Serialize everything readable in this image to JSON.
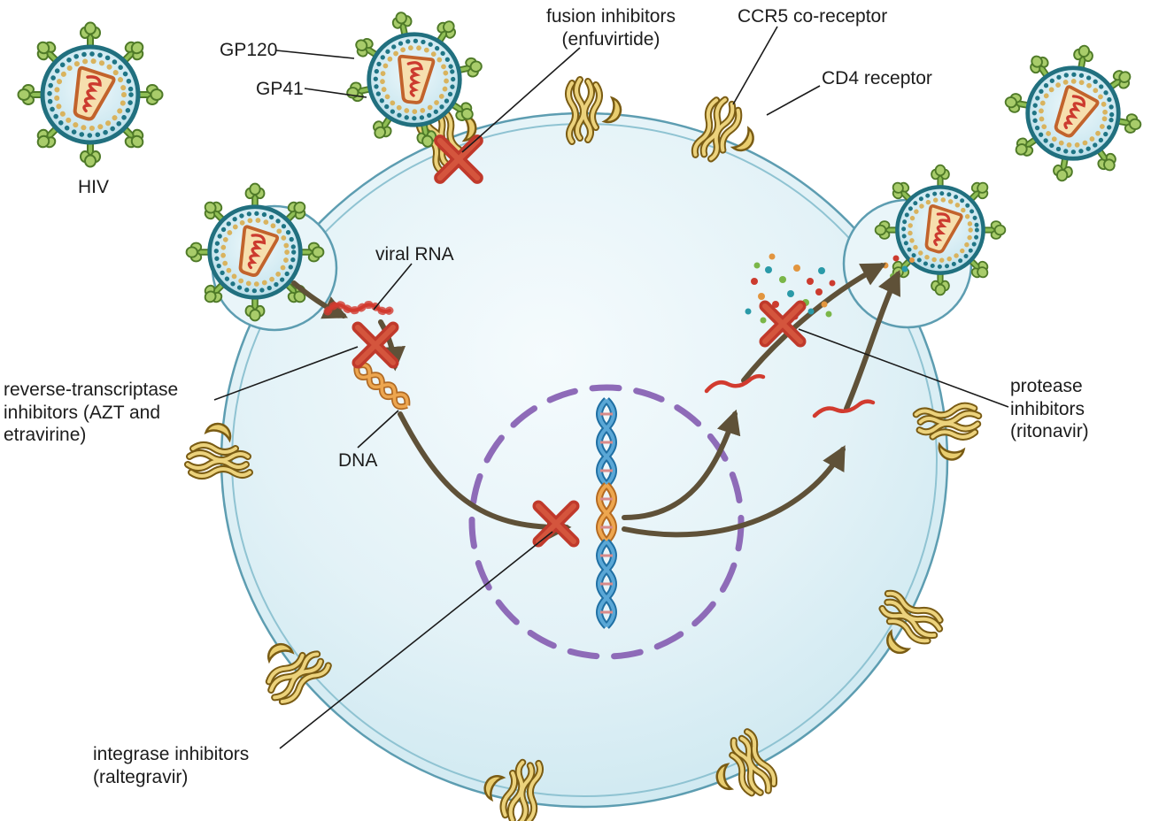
{
  "diagram": {
    "labels": {
      "hiv": "HIV",
      "gp120": "GP120",
      "gp41": "GP41",
      "fusion_inhibitors": "fusion inhibitors (enfuvirtide)",
      "ccr5_coreceptor": "CCR5 co-receptor",
      "cd4_receptor": "CD4 receptor",
      "viral_rna": "viral RNA",
      "reverse_transcriptase_inhibitors": "reverse-transcriptase inhibitors (AZT and etravirine)",
      "dna": "DNA",
      "integrase_inhibitors": "integrase inhibitors (raltegravir)",
      "protease_inhibitors": "protease inhibitors (ritonavir)"
    },
    "colors": {
      "cell_fill": "#e3f2f7",
      "cell_stroke": "#5d9db1",
      "virion_envelope": "#21707f",
      "spike_green": "#9dc45f",
      "capsid_orange": "#d98a3d",
      "receptor_yellow": "#e3c868",
      "nucleus_purple": "#8e6bb8",
      "inhibitor_x_red": "#c0392b",
      "arrow_brown": "#5f5138",
      "rna_red": "#d23b2f",
      "dna_blue": "#4a93c3"
    }
  }
}
